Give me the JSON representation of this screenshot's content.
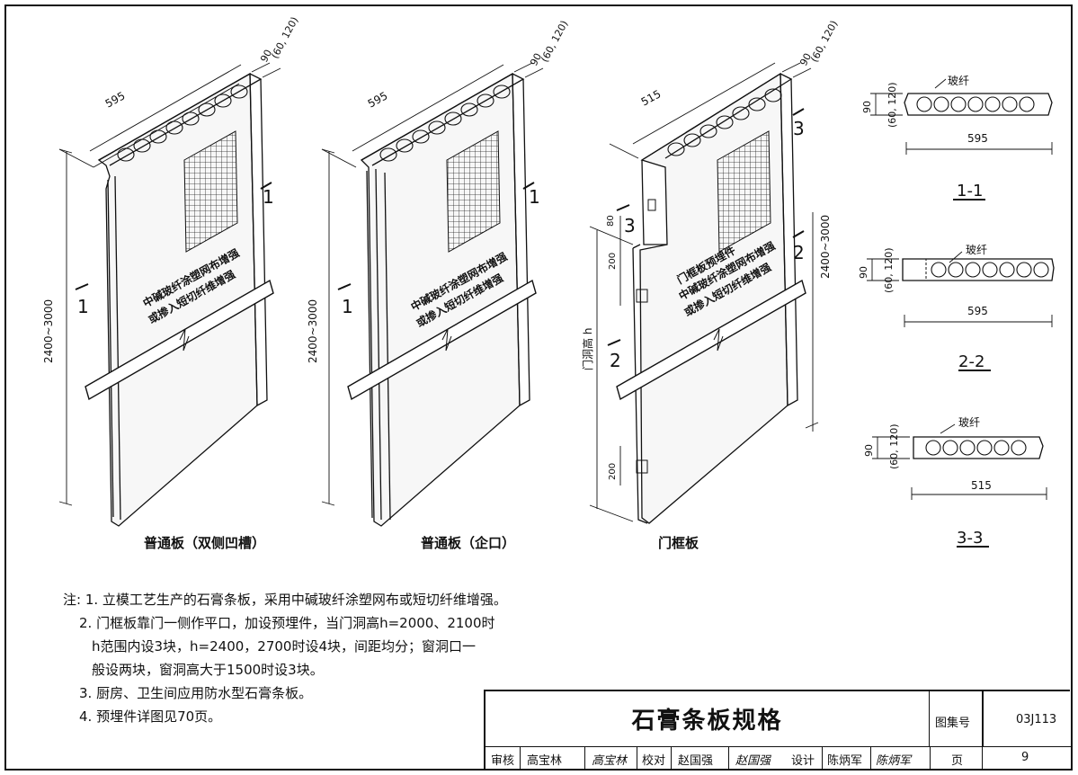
{
  "panels": {
    "p1": {
      "caption": "普通板（双侧凹槽）",
      "width": "595",
      "thickness": "90",
      "thickness_alt": "(60, 120)",
      "height": "2400~3000",
      "section_mark": "1",
      "mesh_note_line1": "中碱玻纤涂塑网布增强",
      "mesh_note_line2": "或掺入短切纤维增强"
    },
    "p2": {
      "caption": "普通板（企口）",
      "width": "595",
      "thickness": "90",
      "thickness_alt": "(60, 120)",
      "height": "2400~3000",
      "section_mark": "1",
      "mesh_note_line1": "中碱玻纤涂塑网布增强",
      "mesh_note_line2": "或掺入短切纤维增强"
    },
    "p3": {
      "caption": "门框板",
      "width": "515",
      "thickness": "90",
      "thickness_alt": "(60, 120)",
      "height": "2400~3000",
      "section_mark_top": "3",
      "section_mark_mid": "2",
      "dim_80": "80",
      "dim_200_top": "200",
      "dim_200_bottom": "200",
      "door_height": "门洞高 h",
      "embed_note": "门框板预埋件",
      "mesh_note_line1": "中碱玻纤涂塑网布增强",
      "mesh_note_line2": "或掺入短切纤维增强"
    }
  },
  "sections": [
    {
      "label": "1-1",
      "fiber": "玻纤",
      "width": "595",
      "thickness": "90",
      "thickness_alt": "(60, 120)"
    },
    {
      "label": "2-2",
      "fiber": "玻纤",
      "width": "595",
      "thickness": "90",
      "thickness_alt": "(60, 120)"
    },
    {
      "label": "3-3",
      "fiber": "玻纤",
      "width": "515",
      "thickness": "90",
      "thickness_alt": "(60, 120)"
    }
  ],
  "notes": {
    "n1": "注: 1. 立模工艺生产的石膏条板，采用中碱玻纤涂塑网布或短切纤维增强。",
    "n2a": "2. 门框板靠门一侧作平口，加设预埋件，当门洞高h=2000、2100时",
    "n2b": "h范围内设3块，h=2400，2700时设4块，间距均分；窗洞口一",
    "n2c": "般设两块，窗洞高大于1500时设3块。",
    "n3": "3. 厨房、卫生间应用防水型石膏条板。",
    "n4": "4. 预埋件详图见70页。"
  },
  "title_block": {
    "title": "石膏条板规格",
    "atlas_label": "图集号",
    "atlas_no": "03J113",
    "review_label": "审核",
    "review_name": "高宝林",
    "review_sig": "高宝林",
    "check_label": "校对",
    "check_name": "赵国强",
    "check_sig": "赵国强",
    "design_label": "设计",
    "design_name": "陈炳军",
    "design_sig": "陈炳军",
    "page_label": "页",
    "page_no": "9"
  }
}
